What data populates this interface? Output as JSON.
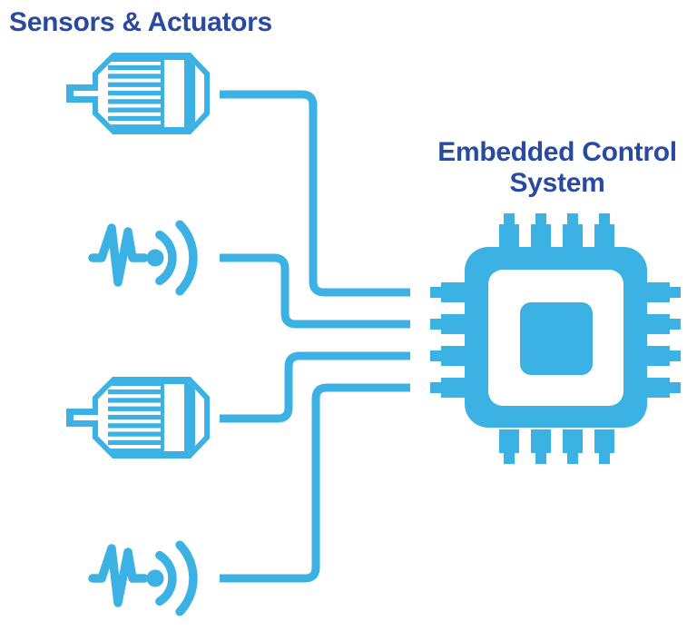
{
  "colors": {
    "accent": "#3CB1E3",
    "title": "#2A4AA0",
    "background": "#FFFFFF"
  },
  "titles": {
    "left": "Sensors & Actuators",
    "right_line1": "Embedded Control",
    "right_line2": "System"
  },
  "diagram": {
    "nodes": [
      {
        "id": "motor-1",
        "kind": "electric-motor-icon",
        "role": "actuator"
      },
      {
        "id": "sensor-1",
        "kind": "pulse-signal-sensor-icon",
        "role": "sensor"
      },
      {
        "id": "motor-2",
        "kind": "electric-motor-icon",
        "role": "actuator"
      },
      {
        "id": "sensor-2",
        "kind": "pulse-signal-sensor-icon",
        "role": "sensor"
      },
      {
        "id": "chip",
        "kind": "microcontroller-chip-icon",
        "role": "embedded-control-system"
      }
    ],
    "connections": [
      {
        "from": "motor-1",
        "to": "chip"
      },
      {
        "from": "sensor-1",
        "to": "chip"
      },
      {
        "from": "motor-2",
        "to": "chip"
      },
      {
        "from": "sensor-2",
        "to": "chip"
      }
    ]
  }
}
